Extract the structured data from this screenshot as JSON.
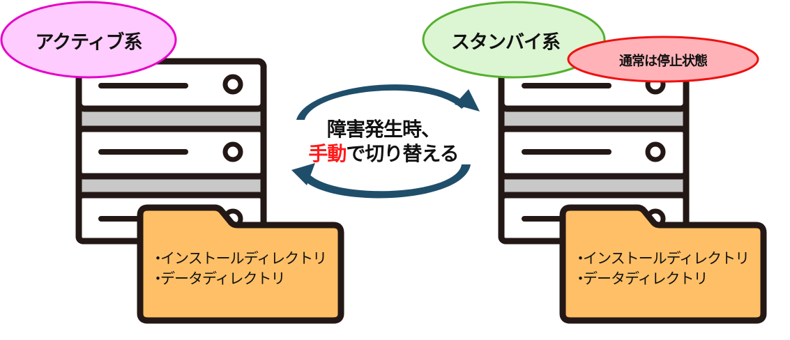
{
  "colors": {
    "outline": "#231815",
    "server_fill": "#ffffff",
    "server_gap": "#c8c8c8",
    "folder_fill": "#ffbf66",
    "active_fill": "#ffccff",
    "active_stroke": "#e600c8",
    "standby_fill": "#dcf5d2",
    "standby_stroke": "#55b030",
    "stopped_fill": "#ffb3b8",
    "stopped_stroke": "#ee1111",
    "arrow": "#1f4e6b",
    "accent_text": "#ff1a1a"
  },
  "active": {
    "label": "アクティブ系",
    "folder_items": [
      "インストールディレクトリ",
      "データディレクトリ"
    ]
  },
  "standby": {
    "label": "スタンバイ系",
    "status_label": "通常は停止状態",
    "folder_items": [
      "インストールディレクトリ",
      "データディレクトリ"
    ]
  },
  "switchover": {
    "line1": "障害発生時、",
    "line2_accent": "手動",
    "line2_rest": "で切り替える"
  }
}
